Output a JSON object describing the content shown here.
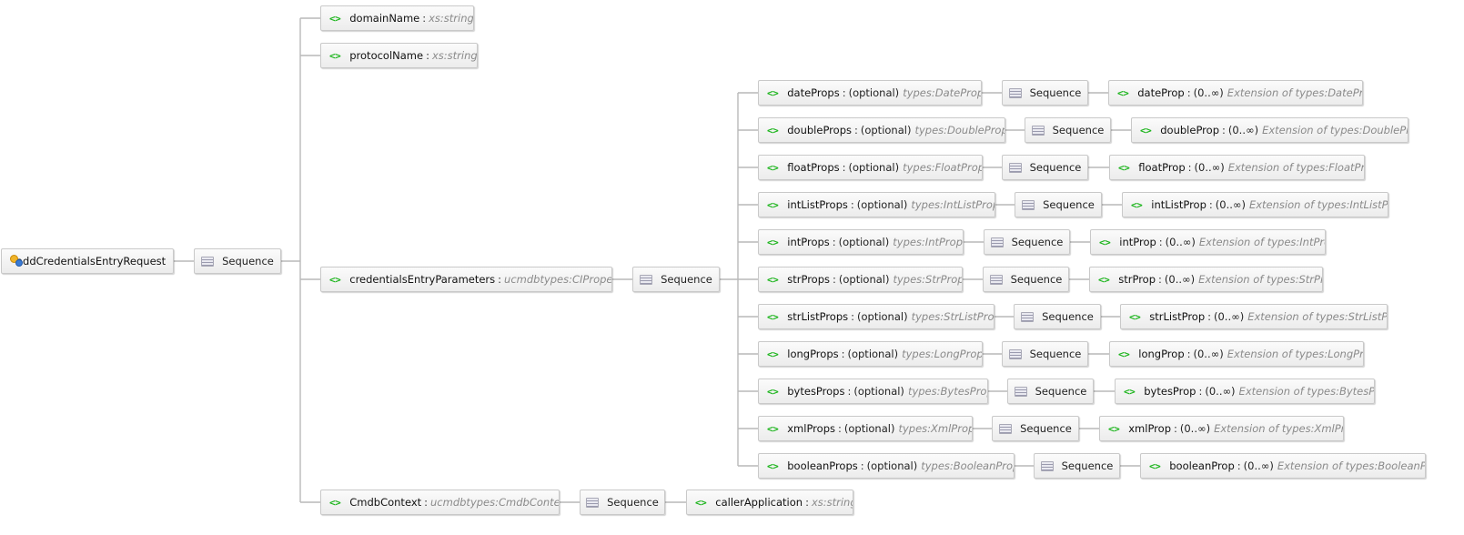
{
  "root": {
    "label": "addCredentialsEntryRequest",
    "icon": "operation-icon"
  },
  "sequence_label": "Sequence",
  "sep": ":",
  "top_children": [
    {
      "name": "domainName",
      "type": "xs:string"
    },
    {
      "name": "protocolName",
      "type": "xs:string"
    },
    {
      "name": "credentialsEntryParameters",
      "type": "ucmdbtypes:CIProperties"
    },
    {
      "name": "CmdbContext",
      "type": "ucmdbtypes:CmdbContext"
    }
  ],
  "caller": {
    "name": "callerApplication",
    "type": "xs:string"
  },
  "props": [
    {
      "name": "dateProps",
      "optional": "(optional)",
      "type": "types:DateProps",
      "child": "dateProp",
      "mult": "(0..∞)",
      "ext": "Extension of types:DateProp"
    },
    {
      "name": "doubleProps",
      "optional": "(optional)",
      "type": "types:DoubleProps",
      "child": "doubleProp",
      "mult": "(0..∞)",
      "ext": "Extension of types:DoubleProp"
    },
    {
      "name": "floatProps",
      "optional": "(optional)",
      "type": "types:FloatProps",
      "child": "floatProp",
      "mult": "(0..∞)",
      "ext": "Extension of types:FloatProp"
    },
    {
      "name": "intListProps",
      "optional": "(optional)",
      "type": "types:IntListProps",
      "child": "intListProp",
      "mult": "(0..∞)",
      "ext": "Extension of types:IntListProp"
    },
    {
      "name": "intProps",
      "optional": "(optional)",
      "type": "types:IntProps",
      "child": "intProp",
      "mult": "(0..∞)",
      "ext": "Extension of types:IntProp"
    },
    {
      "name": "strProps",
      "optional": "(optional)",
      "type": "types:StrProps",
      "child": "strProp",
      "mult": "(0..∞)",
      "ext": "Extension of types:StrProp"
    },
    {
      "name": "strListProps",
      "optional": "(optional)",
      "type": "types:StrListProps",
      "child": "strListProp",
      "mult": "(0..∞)",
      "ext": "Extension of types:StrListProp"
    },
    {
      "name": "longProps",
      "optional": "(optional)",
      "type": "types:LongProps",
      "child": "longProp",
      "mult": "(0..∞)",
      "ext": "Extension of types:LongProp"
    },
    {
      "name": "bytesProps",
      "optional": "(optional)",
      "type": "types:BytesProps",
      "child": "bytesProp",
      "mult": "(0..∞)",
      "ext": "Extension of types:BytesProp"
    },
    {
      "name": "xmlProps",
      "optional": "(optional)",
      "type": "types:XmlProps",
      "child": "xmlProp",
      "mult": "(0..∞)",
      "ext": "Extension of types:XmlProp"
    },
    {
      "name": "booleanProps",
      "optional": "(optional)",
      "type": "types:BooleanProps",
      "child": "booleanProp",
      "mult": "(0..∞)",
      "ext": "Extension of types:BooleanProp"
    }
  ]
}
